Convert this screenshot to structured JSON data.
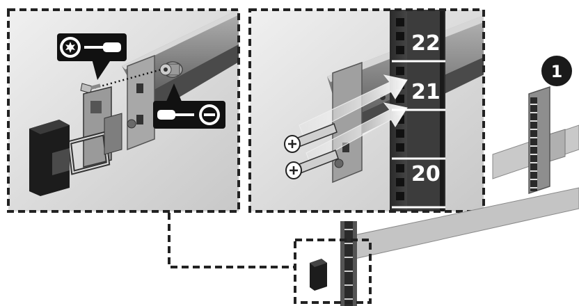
{
  "step": {
    "number": "1"
  },
  "rack_unit_labels": [
    "22",
    "21",
    "20"
  ],
  "icons": {
    "tool_left": "torx-screwdriver-icon",
    "tool_right": "flathead-screwdriver-icon"
  },
  "colors": {
    "panel_background": "#dcdcdc",
    "dashed_border": "#222222",
    "rack_post": "#3a3a3a",
    "accent_white": "#ffffff"
  }
}
